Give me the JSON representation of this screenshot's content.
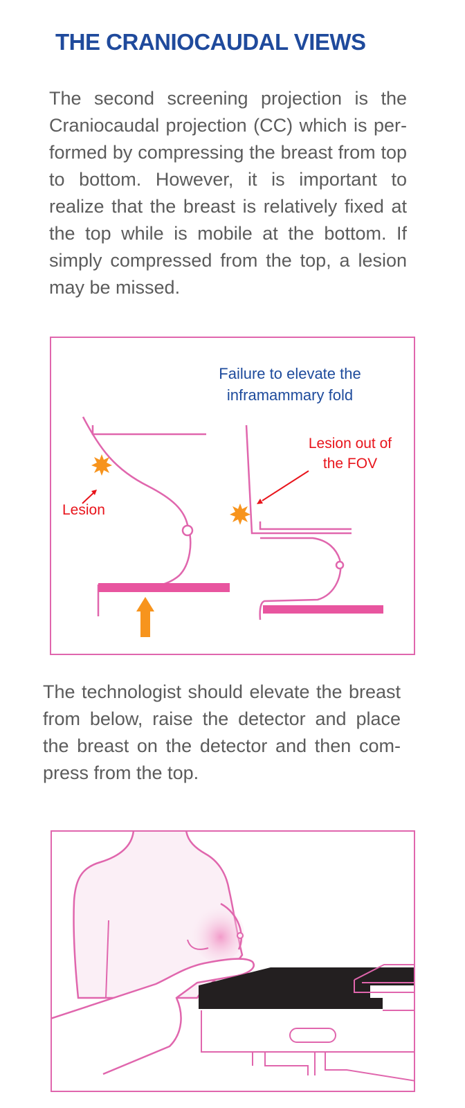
{
  "header": {
    "title": "THE CRANIOCAUDAL VIEWS"
  },
  "body": {
    "paragraph_1": "The second screening projection is the Craniocaudal projection (CC) which is per-formed by compressing the breast from top to bottom.  However, it is important to realize that the breast is relatively fixed at the top while is mobile at the bottom.  If simply compressed from the top, a lesion may be missed.",
    "paragraph_2": "The technologist should elevate the breast from below, raise the detector and place the breast on the detector and then com-press from the top."
  },
  "figure_1": {
    "caption_line_1": "Failure to elevate the",
    "caption_line_2": "inframammary fold",
    "lesion_label": "Lesion",
    "fov_label_line_1": "Lesion out of",
    "fov_label_line_2": "the FOV",
    "colors": {
      "outline": "#e066ad",
      "lesion": "#f7941d",
      "label_red": "#e8141b",
      "caption_blue": "#1e4b9c",
      "plate": "#e8559f",
      "arrow": "#f7941d"
    }
  },
  "figure_2": {
    "colors": {
      "outline": "#e066ad",
      "detector": "#231f20",
      "skin": "#fbeff6",
      "breast_shade": "#f29bc9"
    }
  }
}
